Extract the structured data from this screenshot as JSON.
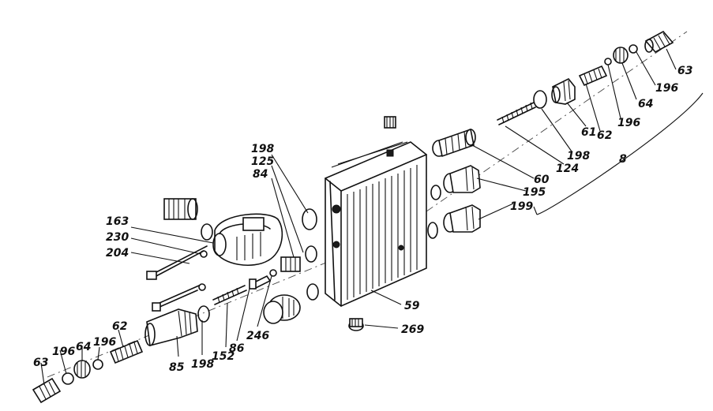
{
  "labels": {
    "l198a": "198",
    "l125": "125",
    "l84": "84",
    "l163": "163",
    "l230": "230",
    "l204": "204",
    "l62a": "62",
    "l196a": "196",
    "l64a": "64",
    "l196b": "196",
    "l63a": "63",
    "l85": "85",
    "l198b": "198",
    "l152": "152",
    "l86": "86",
    "l246": "246",
    "l59": "59",
    "l269": "269",
    "l60": "60",
    "l195": "195",
    "l199": "199",
    "l124": "124",
    "l198c": "198",
    "l61": "61",
    "l62b": "62",
    "l196c": "196",
    "l64b": "64",
    "l196d": "196",
    "l63b": "63",
    "l8": "8"
  }
}
